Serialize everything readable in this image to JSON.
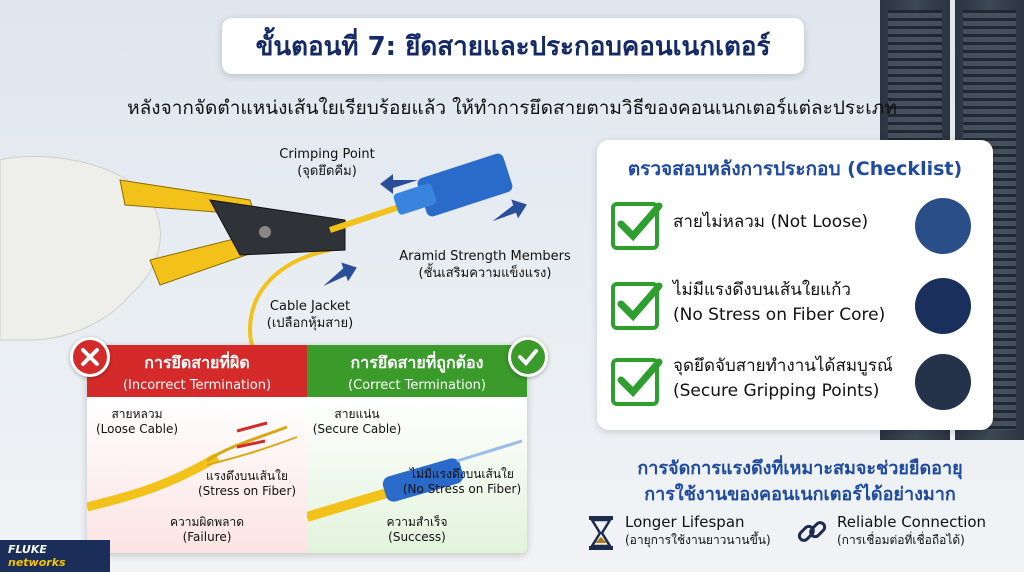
{
  "title": "ขั้นตอนที่ 7: ยึดสายและประกอบคอนเนกเตอร์",
  "subtitle": "หลังจากจัดตำแหน่งเส้นใยเรียบร้อยแล้ว ให้ทำการยึดสายตามวิธีของคอนเนกเตอร์แต่ละประเภท",
  "callouts": {
    "crimping_point": "Crimping Point",
    "crimping_point_th": "(จุดยึดคีม)",
    "aramid": "Aramid Strength Members",
    "aramid_th": "(ชั้นเสริมความแข็งแรง)",
    "cable_jacket": "Cable Jacket",
    "cable_jacket_th": "(เปลือกหุ้มสาย)"
  },
  "checklist": {
    "heading": "ตรวจสอบหลังการประกอบ (Checklist)",
    "items": [
      {
        "th": "สายไม่หลวม",
        "en": "(Not Loose)",
        "line1": "สายไม่หลวม (Not Loose)",
        "line2": ""
      },
      {
        "line1": "ไม่มีแรงดึงบนเส้นใยแก้ว",
        "line2": "(No Stress on Fiber Core)"
      },
      {
        "line1": "จุดยึดจับสายทำงานได้สมบูรณ์",
        "line2": "(Secure Gripping Points)"
      }
    ]
  },
  "incorrect": {
    "title": "การยึดสายที่ผิด",
    "subtitle": "(Incorrect Termination)",
    "loose": "สายหลวม",
    "loose_en": "(Loose Cable)",
    "stress": "แรงดึงบนเส้นใย",
    "stress_en": "(Stress on Fiber)",
    "result": "ความผิดพลาด",
    "result_en": "(Failure)"
  },
  "correct": {
    "title": "การยึดสายที่ถูกต้อง",
    "subtitle": "(Correct Termination)",
    "secure": "สายแน่น",
    "secure_en": "(Secure Cable)",
    "nostress": "ไม่มีแรงดึงบนเส้นใย",
    "nostress_en": "(No Stress on Fiber)",
    "result": "ความสำเร็จ",
    "result_en": "(Success)"
  },
  "benefit": {
    "line1": "การจัดการแรงดึงที่เหมาะสมจะช่วยยืดอายุ",
    "line2": "การใช้งานของคอนเนกเตอร์ได้อย่างมาก",
    "lifespan": "Longer Lifespan",
    "lifespan_th": "(อายุการใช้งานยาวนานขึ้น)",
    "reliable": "Reliable Connection",
    "reliable_th": "(การเชื่อมต่อที่เชื่อถือได้)"
  },
  "logo": {
    "brand": "FLUKE",
    "sub": "networks"
  },
  "colors": {
    "title": "#142a66",
    "accent_blue": "#1f4aa0",
    "wrong_red": "#d42a2a",
    "right_green": "#3a9a2a",
    "cable_yellow": "#f2c21a",
    "connector_blue": "#2a6ac8"
  }
}
